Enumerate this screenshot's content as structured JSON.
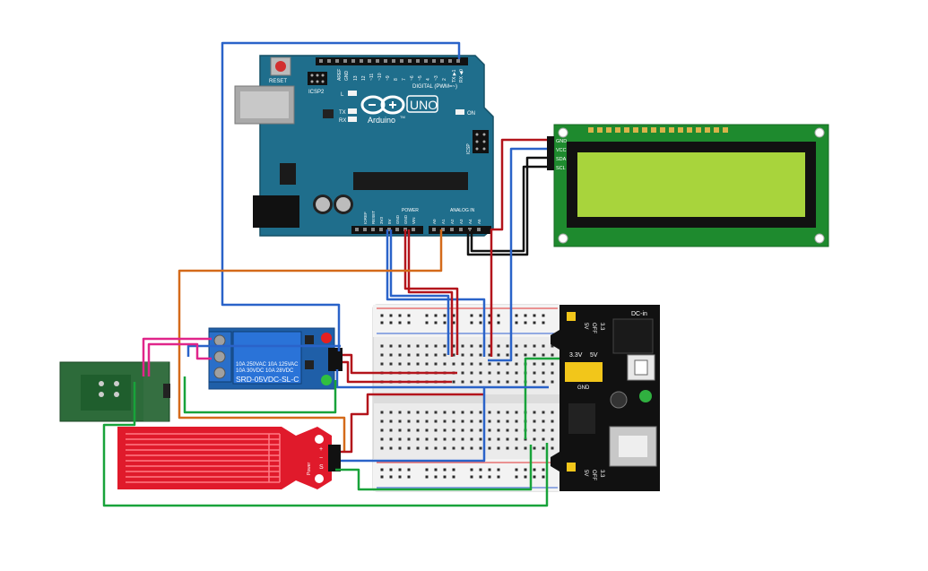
{
  "colors": {
    "arduino_board": "#1f6e8c",
    "lcd_board": "#1e8a2e",
    "lcd_screen": "#a8d43c",
    "relay_board": "#1f5fa8",
    "water_sensor": "#e01a2b",
    "power_module": "#111111",
    "wire_blue": "#2a63c9",
    "wire_red": "#b3141b",
    "wire_black": "#111111",
    "wire_orange": "#d46a1a",
    "wire_green": "#18a33a",
    "wire_pink": "#e0258a"
  },
  "arduino": {
    "reset_label": "RESET",
    "icsp2_label": "ICSP2",
    "icsp_label": "ICSP",
    "brand_label": "Arduino",
    "tm_label": "TM",
    "model_label": "UNO",
    "on_label": "ON",
    "l_label": "L",
    "tx_label": "TX",
    "rx_label": "RX",
    "digital_label": "DIGITAL (PWM=~)",
    "aref_label": "AREF",
    "gnd_label": "GND",
    "tx_pin_label": "TX ▶1",
    "rx_pin_label": "RX ◀0",
    "digital_pins": [
      "13",
      "12",
      "~11",
      "~10",
      "~9",
      "8",
      "7",
      "~6",
      "~5",
      "4",
      "~3",
      "2"
    ],
    "power_label": "POWER",
    "analog_label": "ANALOG IN",
    "power_pins": [
      "IOREF",
      "RESET",
      "3V3",
      "5V",
      "GND",
      "GND",
      "VIN"
    ],
    "analog_pins": [
      "A0",
      "A1",
      "A2",
      "A3",
      "A4",
      "A5"
    ]
  },
  "lcd": {
    "pins": [
      "GND",
      "VCC",
      "SDA",
      "SCL"
    ]
  },
  "relay": {
    "line1": "10A 250VAC  10A 125VAC",
    "line2": "10A  30VDC  10A  28VDC",
    "model": "SRD-05VDC-SL-C"
  },
  "power_module": {
    "dc_in_label": "DC-in",
    "v33_label": "3.3V",
    "v5_label": "5V",
    "gnd_label": "GND",
    "off_label": "OFF",
    "side_labels": [
      "5V",
      "OFF",
      "3.3"
    ]
  },
  "water_sensor": {
    "plus_label": "+",
    "minus_label": "−",
    "s_label": "S",
    "power_label": "Power"
  }
}
